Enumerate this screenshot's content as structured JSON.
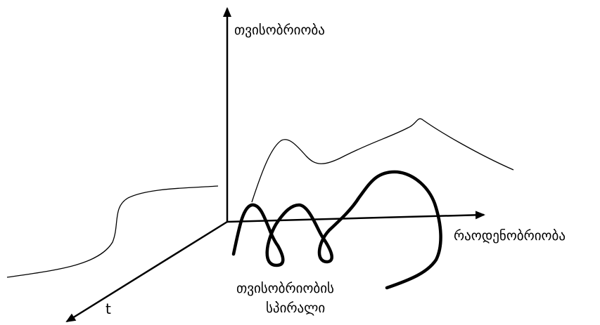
{
  "axes": {
    "vertical_label": "თვისობრიობა",
    "horizontal_label": "რაოდენობრიობა",
    "depth_label": "t"
  },
  "spiral_label": {
    "line1": "თვისობრიობის",
    "line2": "სპირალი"
  },
  "colors": {
    "ink": "#000000",
    "background": "#ffffff"
  }
}
